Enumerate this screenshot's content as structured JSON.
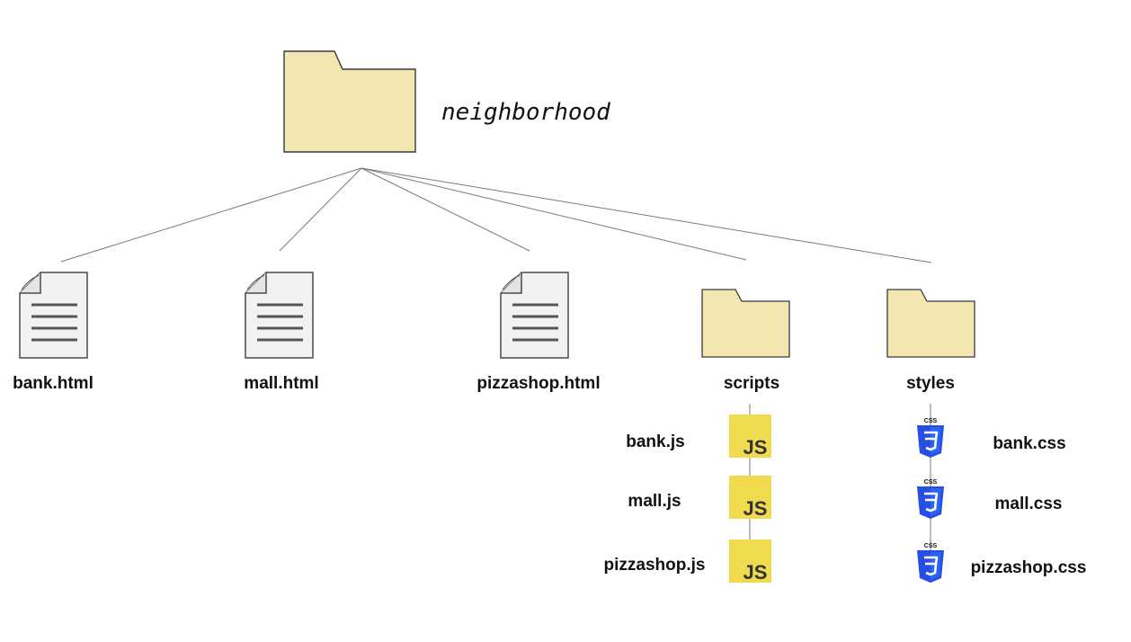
{
  "root": {
    "name": "neighborhood"
  },
  "html_files": [
    {
      "name": "bank.html"
    },
    {
      "name": "mall.html"
    },
    {
      "name": "pizzashop.html"
    }
  ],
  "folders": [
    {
      "name": "scripts",
      "badge_text": "JS",
      "files": [
        {
          "name": "bank.js"
        },
        {
          "name": "mall.js"
        },
        {
          "name": "pizzashop.js"
        }
      ]
    },
    {
      "name": "styles",
      "badge_text": "CSS",
      "files": [
        {
          "name": "bank.css"
        },
        {
          "name": "mall.css"
        },
        {
          "name": "pizzashop.css"
        }
      ]
    }
  ],
  "colors": {
    "folder_fill": "#f2e6b1",
    "folder_stroke": "#3a3a3a",
    "doc_fill": "#f2f2f2",
    "line": "#7a7a7a",
    "js_badge": "#f0db4f",
    "js_text": "#323330",
    "css_shield": "#264de4",
    "css_shield_light": "#2965f1"
  }
}
